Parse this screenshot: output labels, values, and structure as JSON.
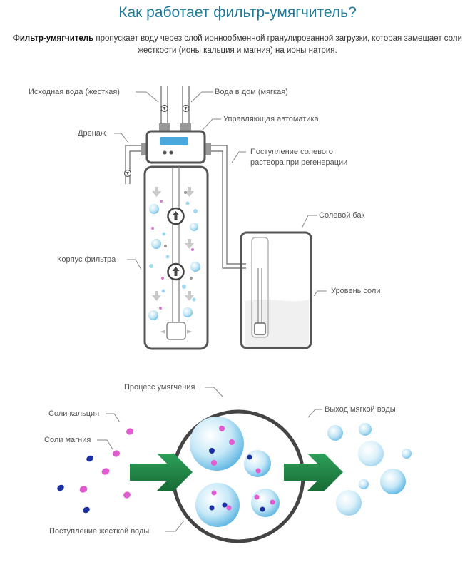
{
  "title": "Как работает фильтр-умягчитель?",
  "intro": {
    "bold": "Фильтр-умягчитель",
    "text": " пропускает воду через слой ионнообменной гранулированной загрузки, которая замещает соли жесткости (ионы кальция и магния) на ионы натрия."
  },
  "filter_labels": {
    "source_water": "Исходная вода (жесткая)",
    "house_water": "Вода в дом (мягкая)",
    "control_unit": "Управляющая автоматика",
    "drain": "Дренаж",
    "brine_inflow_line1": "Поступление солевого",
    "brine_inflow_line2": "раствора при регенерации",
    "salt_tank": "Солевой бак",
    "filter_body": "Корпус фильтра",
    "salt_level": "Уровень соли"
  },
  "process_labels": {
    "softening_process": "Процесс умягчения",
    "calcium_salts": "Соли кальция",
    "magnesium_salts": "Соли магния",
    "soft_water_out": "Выход мягкой воды",
    "hard_water_in": "Поступление жесткой воды"
  },
  "colors": {
    "title": "#1f7a99",
    "outline": "#555555",
    "display": "#4aa8dc",
    "arrow_green": "#1e8a45",
    "calcium": "#e05ad0",
    "magnesium": "#1a2fa0",
    "bubble": "#8fd0f0"
  }
}
